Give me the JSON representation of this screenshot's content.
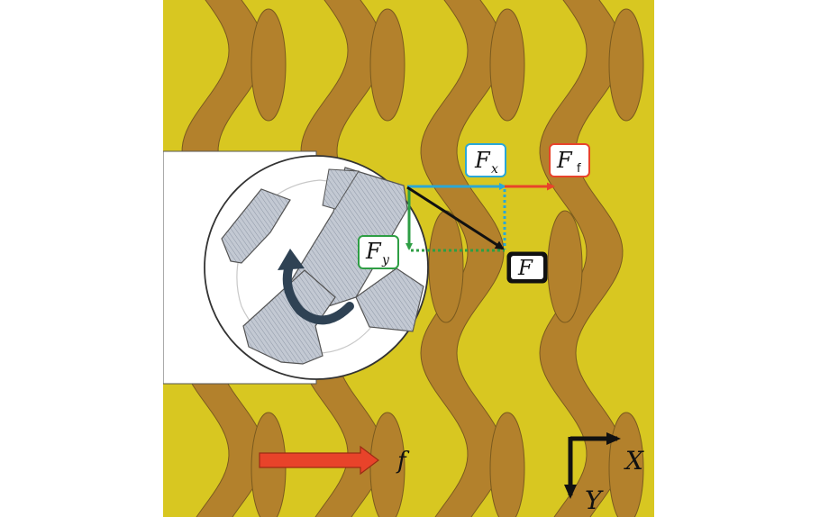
{
  "labels": {
    "fx_main": "F",
    "fx_sub": "x",
    "ff_main": "F",
    "ff_sub": "f",
    "fy_main": "F",
    "fy_sub": "y",
    "f_main": "F",
    "feed": "f",
    "axis_x": "X",
    "axis_y": "Y"
  },
  "colors": {
    "background": "#d8c721",
    "fiber": "#b3812c",
    "fiber_edge": "#7a5a1e",
    "cutter_body": "#ffffff",
    "tooth": "#b9c0cc",
    "rotation_arrow": "#2f4254",
    "fx": "#2aa7d6",
    "ff": "#e8432a",
    "fy": "#2e9e44",
    "resultant": "#111111",
    "feed_arrow": "#e8432a",
    "axes": "#111111"
  },
  "icons": {
    "rotation": "curved-arrow-icon",
    "feed": "arrow-right-icon"
  }
}
